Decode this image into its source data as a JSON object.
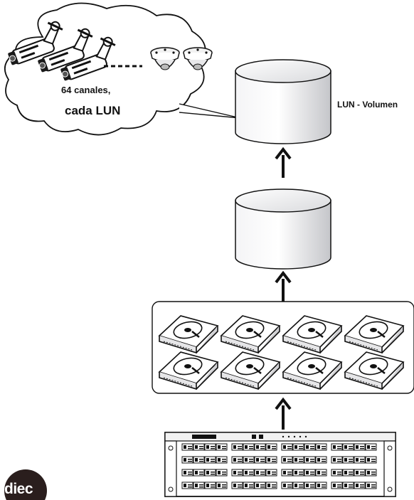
{
  "cloud": {
    "line1": "64 canales,",
    "line2": "cada LUN"
  },
  "volume": {
    "label": "LUN - Volumen"
  },
  "logo": {
    "text": "diec"
  },
  "colors": {
    "ink": "#111111",
    "cloud_bg": "#ffffff",
    "cyl_light": "#ffffff",
    "cyl_dark": "#c8c9cc",
    "logo": "#2a1e1d"
  },
  "icons": [
    "camera-icon",
    "dome-camera-icon",
    "hard-disk-icon",
    "storage-server-icon",
    "arrow-up-icon"
  ]
}
